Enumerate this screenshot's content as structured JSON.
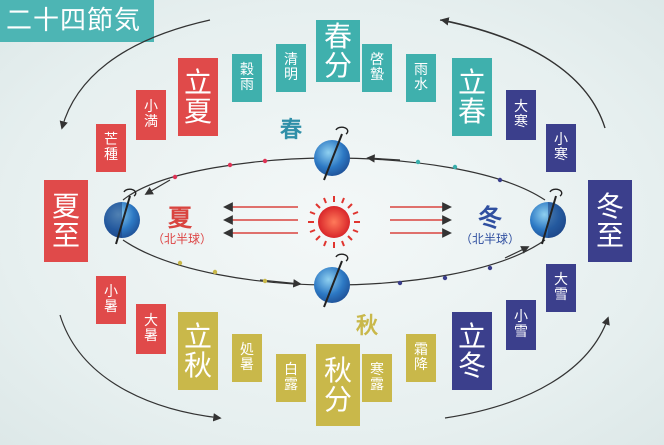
{
  "title": "二十四節気",
  "colors": {
    "spring": "#3fb0ad",
    "summer": "#e04a4a",
    "autumn": "#c9b84a",
    "winter": "#3b3f8c"
  },
  "terms": [
    {
      "id": "shunbun",
      "label": "春分",
      "season": "spring",
      "major": true
    },
    {
      "id": "seimei",
      "label": "清明",
      "season": "spring",
      "major": false
    },
    {
      "id": "koku-u",
      "label": "穀雨",
      "season": "spring",
      "major": false
    },
    {
      "id": "keichitsu",
      "label": "啓蟄",
      "season": "spring",
      "major": false
    },
    {
      "id": "usui",
      "label": "雨水",
      "season": "spring",
      "major": false
    },
    {
      "id": "risshun",
      "label": "立春",
      "season": "spring",
      "major": true
    },
    {
      "id": "rikka",
      "label": "立夏",
      "season": "summer",
      "major": true
    },
    {
      "id": "shoman",
      "label": "小満",
      "season": "summer",
      "major": false
    },
    {
      "id": "boshu",
      "label": "芒種",
      "season": "summer",
      "major": false
    },
    {
      "id": "geshi",
      "label": "夏至",
      "season": "summer",
      "major": true
    },
    {
      "id": "shosho",
      "label": "小暑",
      "season": "summer",
      "major": false
    },
    {
      "id": "taisho",
      "label": "大暑",
      "season": "summer",
      "major": false
    },
    {
      "id": "risshu",
      "label": "立秋",
      "season": "autumn",
      "major": true
    },
    {
      "id": "shosho2",
      "label": "処暑",
      "season": "autumn",
      "major": false
    },
    {
      "id": "hakuro",
      "label": "白露",
      "season": "autumn",
      "major": false
    },
    {
      "id": "shubun",
      "label": "秋分",
      "season": "autumn",
      "major": true
    },
    {
      "id": "kanro",
      "label": "寒露",
      "season": "autumn",
      "major": false
    },
    {
      "id": "soko",
      "label": "霜降",
      "season": "autumn",
      "major": false
    },
    {
      "id": "ritto",
      "label": "立冬",
      "season": "winter",
      "major": true
    },
    {
      "id": "shosetsu",
      "label": "小雪",
      "season": "winter",
      "major": false
    },
    {
      "id": "taisetsu",
      "label": "大雪",
      "season": "winter",
      "major": false
    },
    {
      "id": "toji",
      "label": "冬至",
      "season": "winter",
      "major": true
    },
    {
      "id": "shokan",
      "label": "小寒",
      "season": "winter",
      "major": false
    },
    {
      "id": "daikan",
      "label": "大寒",
      "season": "winter",
      "major": false
    }
  ],
  "seasons": {
    "spring": "春",
    "summer": "夏",
    "autumn": "秋",
    "winter": "冬"
  },
  "hemisphere_note": "（北半球）"
}
